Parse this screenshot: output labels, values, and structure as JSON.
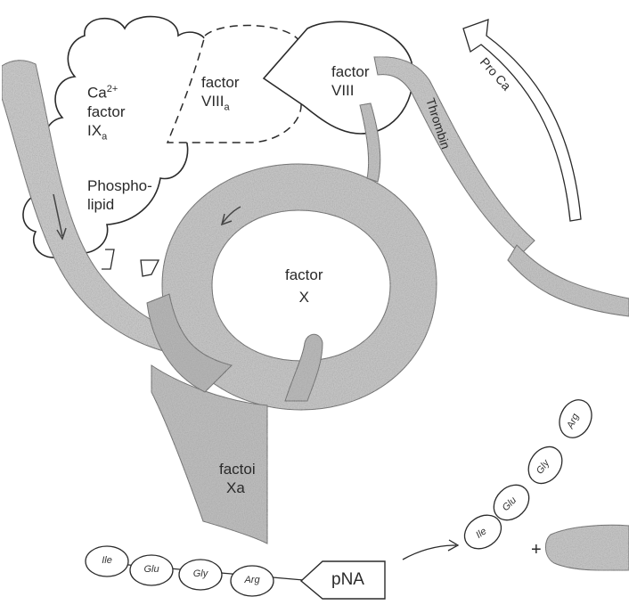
{
  "labels": {
    "ca_line1": "Ca",
    "ca_sup": "2+",
    "factor_ixa_line1": "factor",
    "factor_ixa_line2": "IX",
    "factor_ixa_sub": "a",
    "phospholipid_line1": "Phospho-",
    "phospholipid_line2": "lipid",
    "factor_viiia_line1": "factor",
    "factor_viiia_line2": "VIII",
    "factor_viiia_sub": "a",
    "factor_viii_line1": "factor",
    "factor_viii_line2": "VIII",
    "thrombin": "Thrombin",
    "pro_ca": "Pro Ca",
    "factor_x_line1": "factor",
    "factor_x_line2": "X",
    "factor_xa_line1": "factoi",
    "factor_xa_line2": "Xa",
    "pna": "pNA",
    "plus": "+"
  },
  "substrate_residues": [
    "Ile",
    "Glu",
    "Gly",
    "Arg"
  ],
  "product_residues": [
    "Ile",
    "Glu",
    "Gly",
    "Arg"
  ],
  "colors": {
    "ribbon_fill": "#c8c8c8",
    "ribbon_dark": "#8a8a8a",
    "line": "#2a2a2a",
    "background": "#ffffff"
  }
}
